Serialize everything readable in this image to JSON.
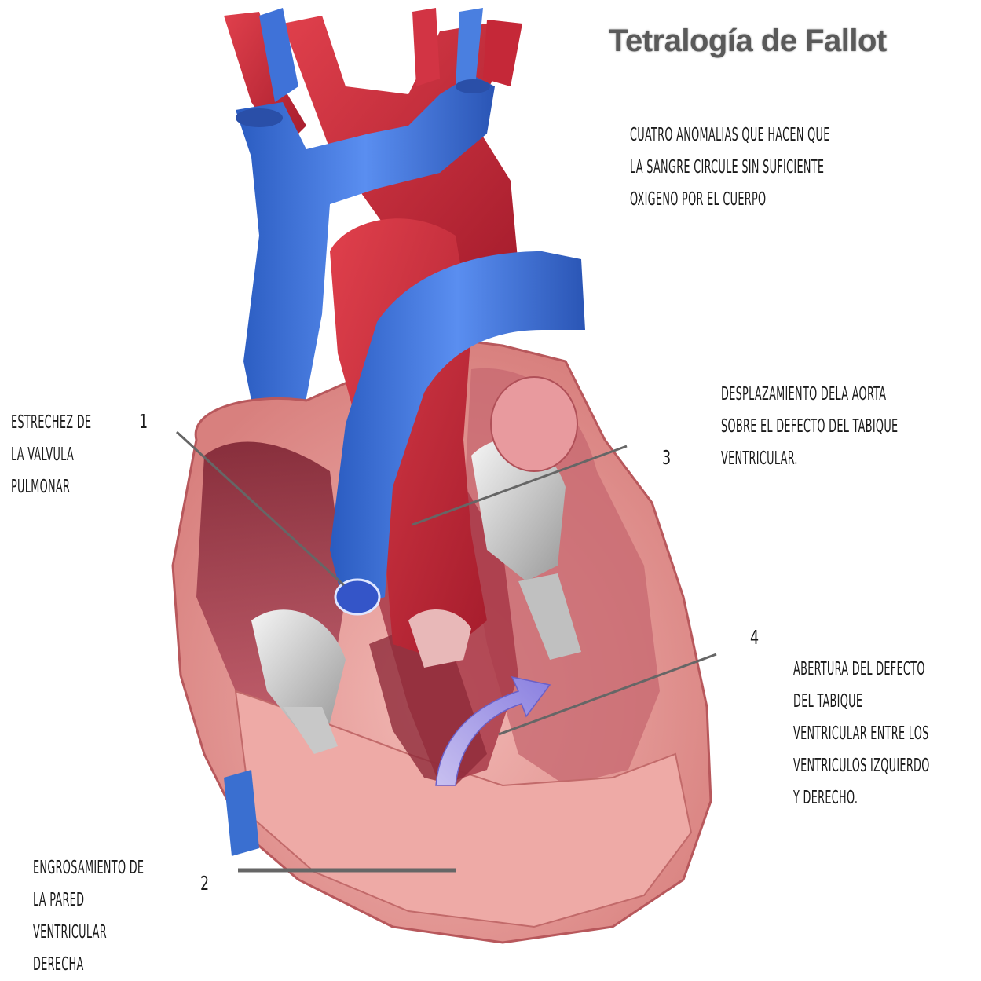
{
  "title": "Tetralogía de Fallot",
  "intro": [
    "CUATRO ANOMALIAS QUE HACEN QUE",
    "LA SANGRE CIRCULE SIN SUFICIENTE",
    "OXIGENO POR EL CUERPO"
  ],
  "anomalies": [
    {
      "number": "1",
      "lines": [
        "ESTRECHEZ DE",
        "LA VALVULA",
        "PULMONAR"
      ]
    },
    {
      "number": "2",
      "lines": [
        "ENGROSAMIENTO DE",
        "LA PARED",
        "VENTRICULAR",
        "DERECHA"
      ]
    },
    {
      "number": "3",
      "lines": [
        "DESPLAZAMIENTO DELA AORTA",
        "SOBRE EL DEFECTO DEL TABIQUE",
        "VENTRICULAR."
      ]
    },
    {
      "number": "4",
      "lines": [
        "ABERTURA DEL DEFECTO",
        "DEL TABIQUE",
        "VENTRICULAR ENTRE LOS",
        "VENTRICULOS IZQUIERDO",
        "Y DERECHO."
      ]
    }
  ],
  "colors": {
    "artery_red": "#c8283a",
    "vein_blue": "#3a6fd0",
    "muscle_pink": "#e8a0a0",
    "chamber_dark": "#8a2a35",
    "valve_grey": "#d8d8d8"
  }
}
